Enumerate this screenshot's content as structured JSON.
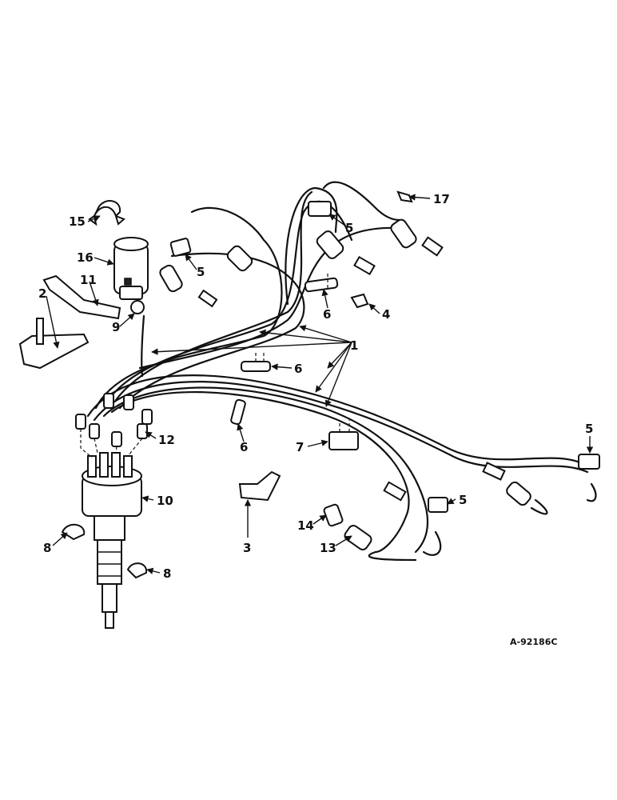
{
  "drawing_ref": "A-92186C",
  "callouts": {
    "c1": "1",
    "c2": "2",
    "c3": "3",
    "c4": "4",
    "c5a": "5",
    "c5b": "5",
    "c5c": "5",
    "c5d": "5",
    "c6a": "6",
    "c6b": "6",
    "c6c": "6",
    "c7": "7",
    "c8a": "8",
    "c8b": "8",
    "c9": "9",
    "c10": "10",
    "c11": "11",
    "c12": "12",
    "c13": "13",
    "c14": "14",
    "c15": "15",
    "c16": "16",
    "c17": "17"
  }
}
